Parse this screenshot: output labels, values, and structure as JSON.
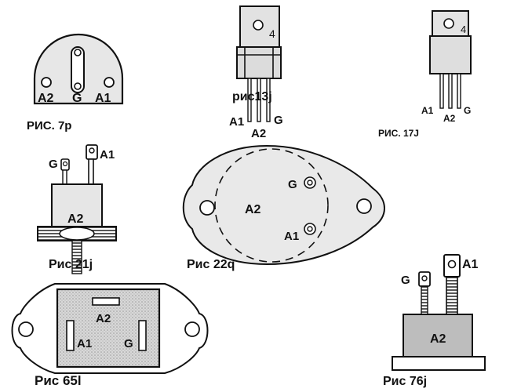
{
  "figures": [
    {
      "id": "fig7",
      "caption": "РИС. 7р",
      "pins": {
        "a2": "A2",
        "g": "G",
        "a1": "A1"
      }
    },
    {
      "id": "fig13",
      "caption": "рис13j",
      "tab_mark": "4",
      "pins": {
        "a1": "A1",
        "a2": "A2",
        "g": "G"
      }
    },
    {
      "id": "fig17",
      "caption": "РИС. 17J",
      "tab_mark": "4",
      "pins": {
        "a1": "A1",
        "a2": "A2",
        "g": "G"
      }
    },
    {
      "id": "fig21",
      "caption": "Рис 21j",
      "pins": {
        "g": "G",
        "a1": "A1",
        "a2": "A2"
      }
    },
    {
      "id": "fig22",
      "caption": "Рис 22q",
      "pins": {
        "g": "G",
        "a2": "A2",
        "a1": "A1"
      }
    },
    {
      "id": "fig65",
      "caption": "Рис 65l",
      "pins": {
        "a2": "A2",
        "a1": "A1",
        "g": "G"
      }
    },
    {
      "id": "fig76",
      "caption": "Рис 76j",
      "pins": {
        "g": "G",
        "a1": "A1",
        "a2": "A2"
      }
    }
  ]
}
